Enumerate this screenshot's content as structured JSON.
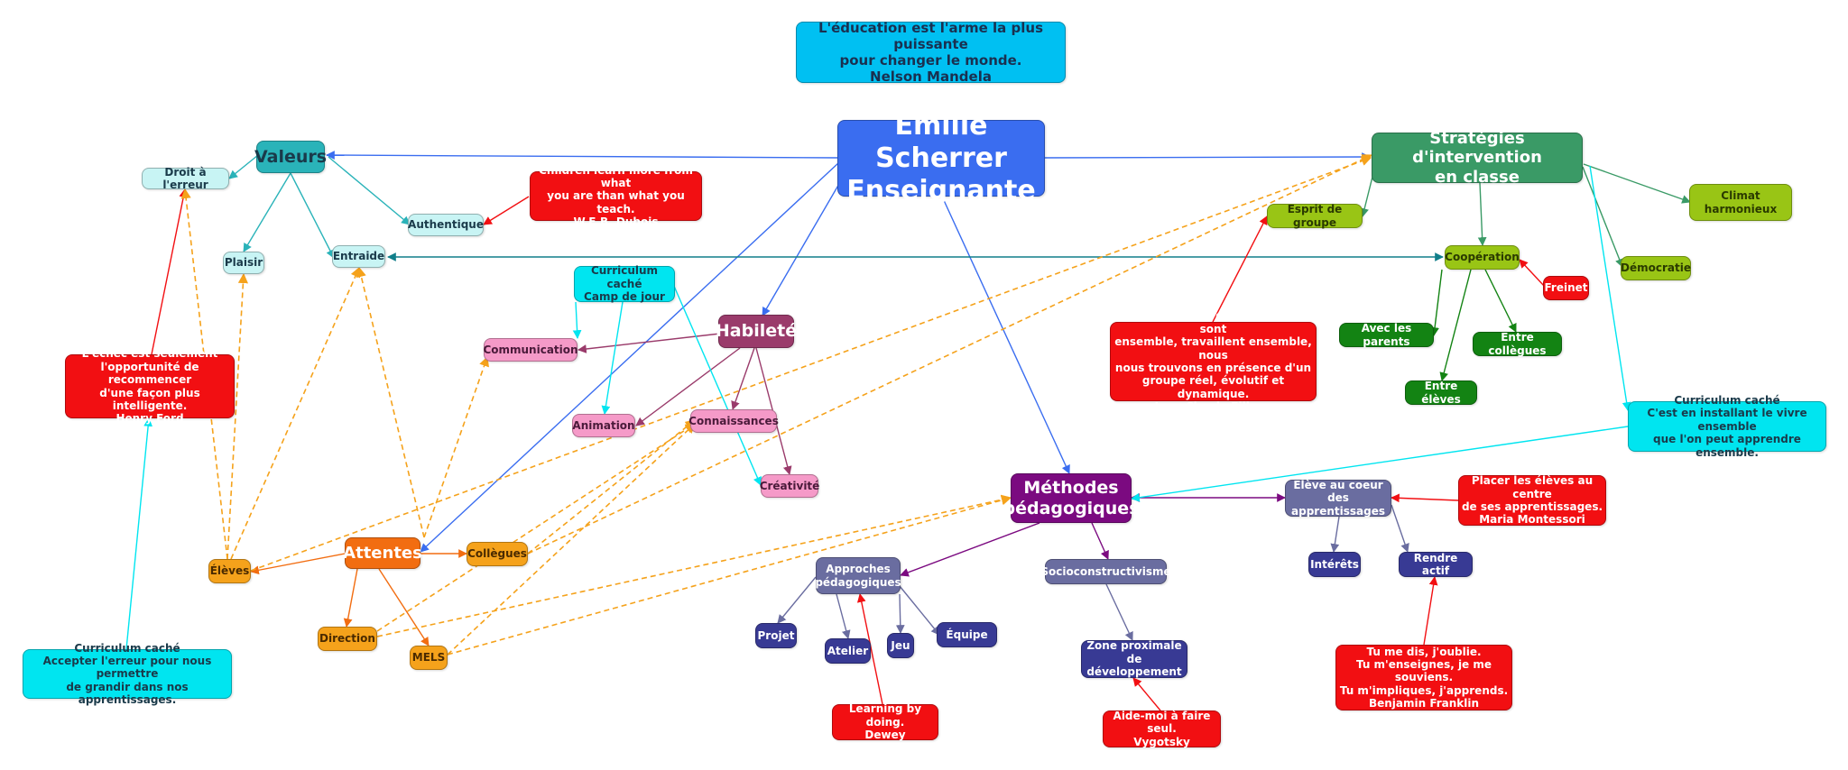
{
  "colors": {
    "blue": "#3a6df0",
    "teal_dark": "#2ab3b9",
    "teal_light": "#c8f4f4",
    "pink_dark": "#9a3b6b",
    "pink_light": "#f59ac8",
    "orange_dark": "#f26d11",
    "orange_light": "#f5a21b",
    "purple": "#7b0a80",
    "slate": "#6a6da0",
    "navy": "#383a94",
    "green_dark": "#3a9a66",
    "lime": "#99c515",
    "green": "#138313",
    "red": "#f20f12",
    "cyan": "#00e5f0",
    "sky": "#00c0f2"
  },
  "nodes": {
    "mandela": "L'éducation est l'arme la plus puissante\npour changer le monde.\nNelson Mandela",
    "central": "Émilie Scherrer\nEnseignante",
    "valeurs": "Valeurs",
    "droit_erreur": "Droit à l'erreur",
    "authentique": "Authentique",
    "plaisir": "Plaisir",
    "entraide": "Entraide",
    "dubois": "Children learn more from what\nyou are than what you teach.\nW.E.B. Dubois",
    "curriculum_camp": "Curriculum caché\nCamp de jour",
    "habilete": "Habileté",
    "communication": "Communication",
    "animation": "Animation",
    "connaissances": "Connaissances",
    "creativite": "Créativité",
    "ford": "L'échec est seulement\nl'opportunité de recommencer\nd'une façon plus intelligente.\nHenry Ford",
    "curriculum_erreur": "Curriculum caché\nAccepter l'erreur pour nous permettre\nde grandir dans nos apprentissages.",
    "attentes": "Attentes",
    "eleves": "Élèves",
    "collegues": "Collègues",
    "direction": "Direction",
    "mels": "MELS",
    "methodes": "Méthodes\npédagogiques",
    "approches": "Approches\npédagogiques",
    "projet": "Projet",
    "atelier": "Atelier",
    "jeu": "Jeu",
    "equipe": "Équipe",
    "dewey": "Learning by doing.\nDewey",
    "socio": "Socioconstructivisme",
    "zone": "Zone proximale de\ndéveloppement",
    "vygotsky": "Aide-moi à faire seul.\nVygotsky",
    "eleve_coeur": "Élève au coeur des\napprentissages",
    "interets": "Intérêts",
    "rendre_actif": "Rendre actif",
    "montessori": "Placer les élèves au centre\nde ses apprentissages.\nMaria Montessori",
    "franklin": "Tu me dis, j'oublie.\nTu m'enseignes, je me souviens.\nTu m'impliques, j'apprends.\nBenjamin Franklin",
    "strategies": "Stratégies d'intervention\nen classe",
    "esprit": "Esprit de groupe",
    "climat": "Climat\nharmonieux",
    "democratie": "Démocratie",
    "cooperation": "Coopération",
    "freinet": "Freinet",
    "parents": "Avec les parents",
    "entre_collegues": "Entre collègues",
    "entre_eleves": "Entre élèves",
    "filloux": "Lorsqu'un maitre et des élèves sont\nensemble, travaillent ensemble, nous\nnous trouvons en présence d'un\ngroupe réel, évolutif et dynamique.\nJean-Claude Filloux",
    "curriculum_vivre": "Curriculum caché\nC'est en installant le vivre ensemble\nque l'on peut apprendre ensemble."
  }
}
